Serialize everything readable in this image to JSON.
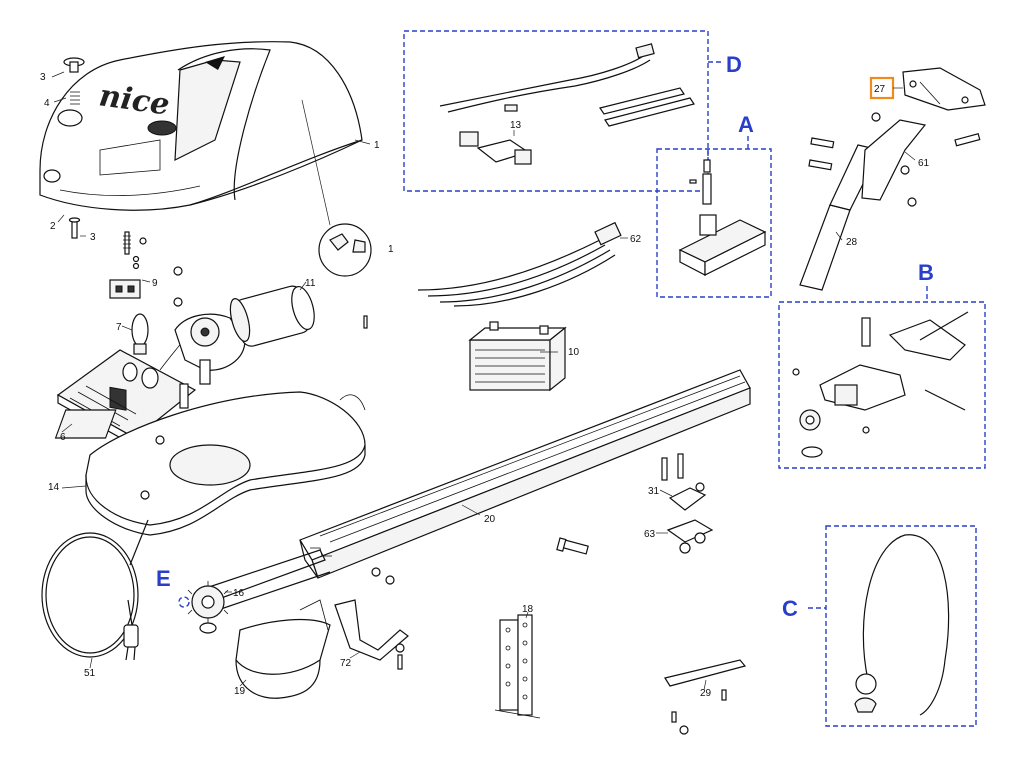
{
  "brand_text": "nice",
  "part_numbers": [
    "1",
    "2",
    "3",
    "4",
    "6",
    "7",
    "9",
    "10",
    "11",
    "13",
    "14",
    "16",
    "18",
    "19",
    "20",
    "27",
    "28",
    "29",
    "31",
    "51",
    "61",
    "62",
    "63",
    "72"
  ],
  "callouts": {
    "A": "A",
    "B": "B",
    "C": "C",
    "D": "D",
    "E": "E"
  },
  "highlighted_part": "27",
  "colors": {
    "callout_blue": "#2a3fc9",
    "highlight_orange": "#f08a1c",
    "line": "#111111"
  },
  "icons": [
    "cover-shell",
    "bulb",
    "control-board",
    "gear-motor",
    "base-plate",
    "rail",
    "transformer",
    "sprocket",
    "bracket",
    "power-cable",
    "release-cord"
  ]
}
